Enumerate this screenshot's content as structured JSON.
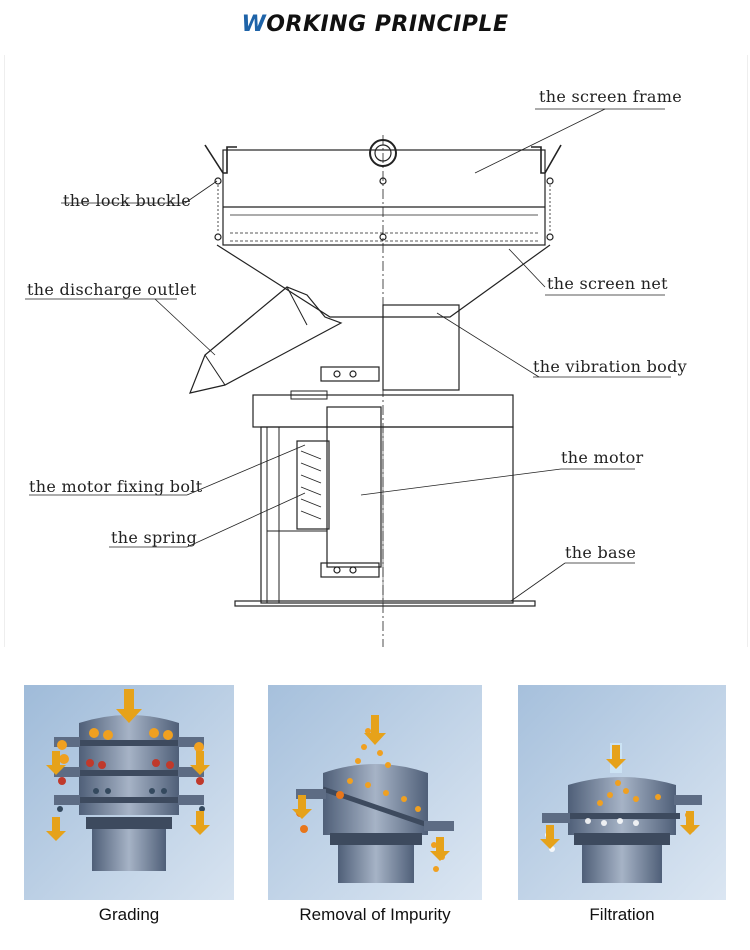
{
  "header": {
    "title_first_letter": "W",
    "title_rest": "ORKING PRINCIPLE",
    "accent_color": "#1e63a8"
  },
  "diagram": {
    "labels": {
      "screen_frame": "the screen frame",
      "lock_buckle": "the lock buckle",
      "screen_net": "the screen net",
      "discharge_outlet": "the discharge outlet",
      "vibration_body": "the vibration body",
      "motor": "the motor",
      "motor_fixing_bolt": "the motor fixing bolt",
      "spring": "the spring",
      "base": "the base"
    }
  },
  "applications": [
    {
      "caption": "Grading"
    },
    {
      "caption": "Removal of Impurity"
    },
    {
      "caption": "Filtration"
    }
  ],
  "colors": {
    "card_bg": "#b9cfe6",
    "machine_body": "#6d7f98",
    "particle_orange": "#f0a020",
    "particle_red": "#c0392b",
    "particle_dark": "#34495e",
    "arrow": "#e6a21a"
  }
}
